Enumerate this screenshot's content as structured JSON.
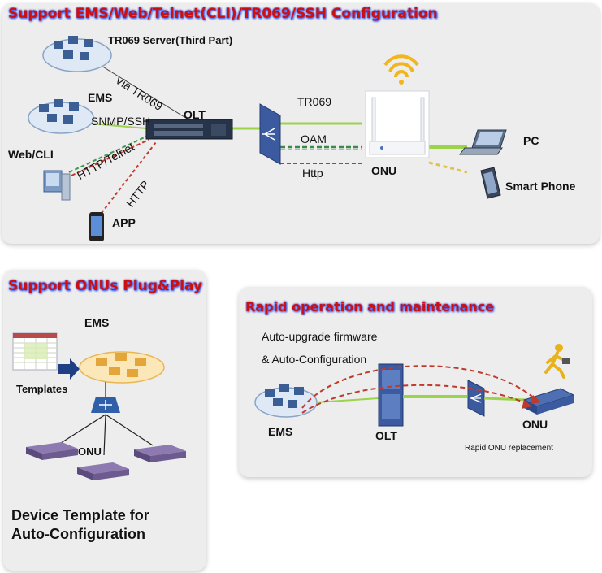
{
  "panel_network": {
    "title": "Support EMS/Web/Telnet(CLI)/TR069/SSH Configuration",
    "tr069_server": "TR069 Server(Third Part)",
    "via_tr069": "Via TR069",
    "ems": "EMS",
    "snmp_ssh": "SNMP/SSH",
    "web_cli": "Web/CLI",
    "http_telnet": "HTTP/Telnet",
    "http": "HTTP",
    "app": "APP",
    "olt": "OLT",
    "tr069": "TR069",
    "oam": "OAM",
    "http_lower": "Http",
    "onu": "ONU",
    "pc": "PC",
    "smart_phone": "Smart Phone"
  },
  "panel_plug_play": {
    "title": "Support ONUs Plug&Play",
    "ems": "EMS",
    "templates": "Templates",
    "onu": "ONU",
    "caption_line1": "Device Template for",
    "caption_line2": "Auto-Configuration"
  },
  "panel_rapid": {
    "title": "Rapid operation and maintenance",
    "line1": "Auto-upgrade firmware",
    "line2": "& Auto-Configuration",
    "ems": "EMS",
    "olt": "OLT",
    "onu": "ONU",
    "caption": "Rapid ONU replacement"
  },
  "colors": {
    "title_red": "#cc1010",
    "title_glow": "#4a6bff",
    "link_green": "#9bd34a",
    "link_dashed_red": "#c0392b",
    "link_dashed_yellow": "#e2c34a",
    "device_dark": "#2b3a55",
    "onu_purple": "#6d5a8f"
  }
}
